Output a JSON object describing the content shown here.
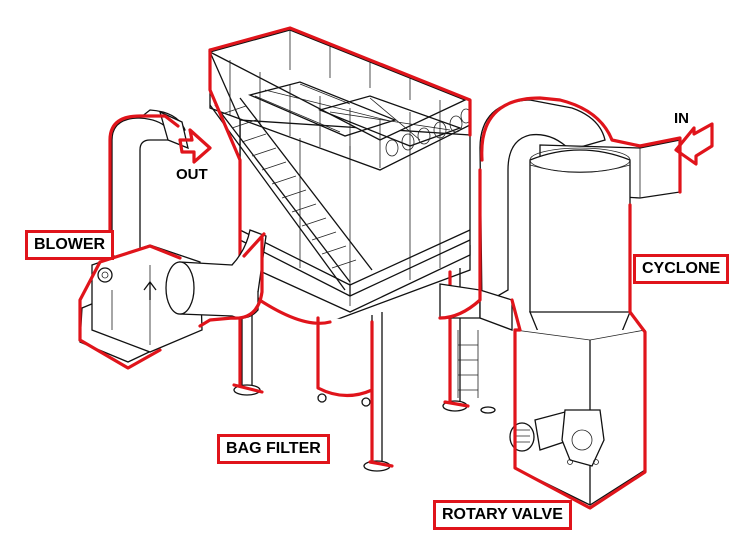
{
  "labels": {
    "blower": "BLOWER",
    "out": "OUT",
    "in": "IN",
    "cyclone": "CYCLONE",
    "bag_filter": "BAG  FILTER",
    "rotary_valve": "ROTARY VALVE"
  },
  "colors": {
    "outline": "#e0141b",
    "line": "#111111",
    "background": "#ffffff"
  }
}
